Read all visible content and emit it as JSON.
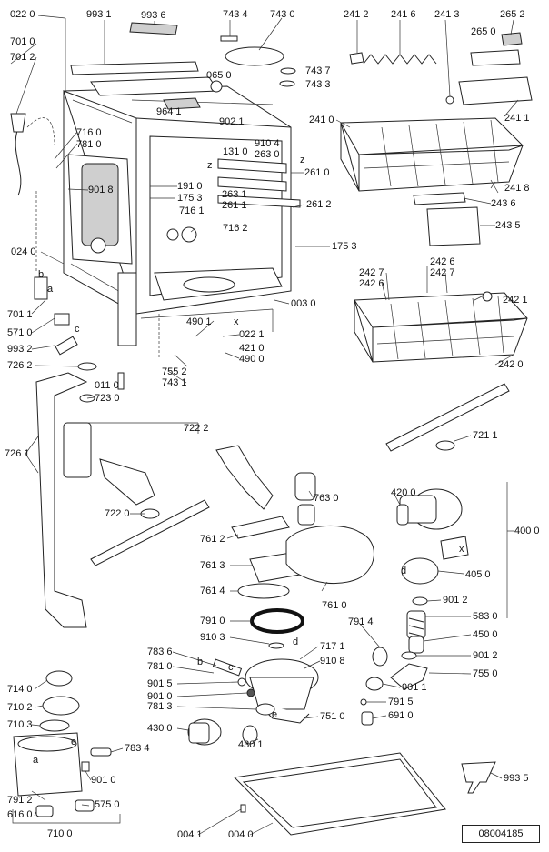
{
  "document_id": "08004185",
  "labels": {
    "l0220": "022 0",
    "l9931": "993 1",
    "l9936": "993 6",
    "l7434": "743 4",
    "l7430": "743 0",
    "l2412": "241 2",
    "l2416": "241 6",
    "l2413": "241 3",
    "l2652": "265 2",
    "l2650": "265 0",
    "l7010": "701 0",
    "l7012": "701 2",
    "l0650": "065 0",
    "l7437": "743 7",
    "l7433": "743 3",
    "l9641": "964 1",
    "l9021": "902 1",
    "l2410": "241 0",
    "l2411": "241 1",
    "l7160": "716 0",
    "l7810": "781 0",
    "l1310": "131 0",
    "l9104": "910 4",
    "l2630": "263 0",
    "l2610": "261 0",
    "l9018": "901 8",
    "l1910": "191 0",
    "l1753a": "175 3",
    "l2631": "263 1",
    "l2611": "261 1",
    "l2612": "261 2",
    "l2418": "241 8",
    "l2436": "243 6",
    "l7161": "716 1",
    "l7162": "716 2",
    "l2435": "243 5",
    "l0240": "024 0",
    "l1753b": "175 3",
    "l2427a": "242 7",
    "l2426a": "242 6",
    "l2426b": "242 6",
    "l2427b": "242 7",
    "l2421": "242 1",
    "l0030": "003 0",
    "l7011": "701 1",
    "l4901": "490 1",
    "l0221": "022 1",
    "l5710": "571 0",
    "l4210": "421 0",
    "l9932": "993 2",
    "l4900": "490 0",
    "l7552": "755 2",
    "l7262": "726 2",
    "l7431": "743 1",
    "l2420": "242 0",
    "l0110": "011 0",
    "l7230": "723 0",
    "l7222": "722 2",
    "l7261": "726 1",
    "l7211": "721 1",
    "l7630": "763 0",
    "l4200": "420 0",
    "l7220": "722 0",
    "l4000": "400 0",
    "l7612": "761 2",
    "l7613": "761 3",
    "l4050": "405 0",
    "l7614": "761 4",
    "l9012a": "901 2",
    "l7610": "761 0",
    "l7910": "791 0",
    "l5830": "583 0",
    "l9103": "910 3",
    "l7914": "791 4",
    "l4500": "450 0",
    "l7836": "783 6",
    "l7171": "717 1",
    "l9108": "910 8",
    "l9012b": "901 2",
    "l7810b": "781 0",
    "l7550": "755 0",
    "l7140": "714 0",
    "l9015": "901 5",
    "l9011": "901 1",
    "l9010a": "901 0",
    "l7813": "781 3",
    "l7915": "791 5",
    "l7102": "710 2",
    "l7510": "751 0",
    "l6910": "691 0",
    "l7103": "710 3",
    "l4300": "430 0",
    "l4301": "430 1",
    "l7834": "783 4",
    "l9010b": "901 0",
    "l9935": "993 5",
    "l7912": "791 2",
    "l5750": "575 0",
    "l6160": "616 0",
    "l7100": "710 0",
    "l0041": "004 1",
    "l0040": "004 0",
    "la1": "a",
    "lb1": "b",
    "lc1": "c",
    "lz1": "z",
    "lz2": "z",
    "lx1": "x",
    "lx2": "x",
    "lb2": "b",
    "lc2": "c",
    "ld1": "d",
    "ld2": "d",
    "le1": "e",
    "le2": "e",
    "la2": "a"
  }
}
